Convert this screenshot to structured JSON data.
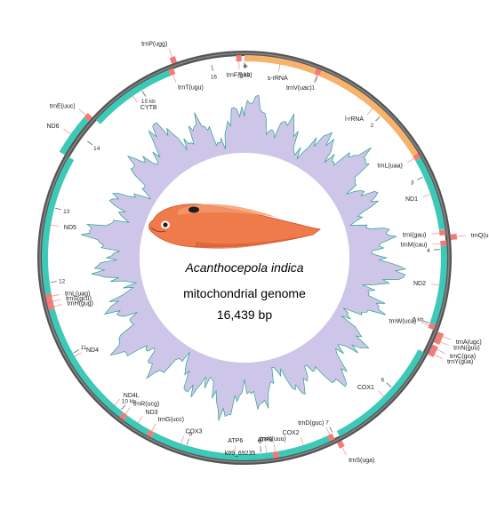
{
  "species": "Acanthocepola indica",
  "subtitle": "mitochondrial genome",
  "length_label": "16,439 bp",
  "genome_length_bp": 16439,
  "annotation": "k99_69235",
  "colors": {
    "cds": "#3cc9b8",
    "rrna": "#f7b26b",
    "trna": "#f07c78",
    "backbone": "#555555",
    "gc_fill": "#cdc6e8",
    "gc_stroke": "#2aa28c",
    "fish": "#ef7a4a"
  },
  "icons": {
    "fish": "fish-illustration"
  },
  "ticks": [
    {
      "pos": 0,
      "label": "0 kb"
    },
    {
      "pos": 1000,
      "label": "1"
    },
    {
      "pos": 2000,
      "label": "2"
    },
    {
      "pos": 3000,
      "label": "3"
    },
    {
      "pos": 4000,
      "label": "4"
    },
    {
      "pos": 5000,
      "label": "5 kb"
    },
    {
      "pos": 6000,
      "label": "6"
    },
    {
      "pos": 7000,
      "label": "7"
    },
    {
      "pos": 8000,
      "label": "8"
    },
    {
      "pos": 9000,
      "label": "9"
    },
    {
      "pos": 10000,
      "label": "10 kb"
    },
    {
      "pos": 11000,
      "label": "11"
    },
    {
      "pos": 12000,
      "label": "12"
    },
    {
      "pos": 13000,
      "label": "13"
    },
    {
      "pos": 14000,
      "label": "14"
    },
    {
      "pos": 15000,
      "label": "15 kb"
    },
    {
      "pos": 16000,
      "label": "16"
    }
  ],
  "features": [
    {
      "name": "trnF(gaa)",
      "type": "trna",
      "start": 16330,
      "end": 16400,
      "strand": "outer"
    },
    {
      "name": "s-rRNA",
      "type": "rrna",
      "start": 0,
      "end": 950,
      "strand": "outer"
    },
    {
      "name": "trnV(uac)",
      "type": "trna",
      "start": 950,
      "end": 1020,
      "strand": "outer"
    },
    {
      "name": "l-rRNA",
      "type": "rrna",
      "start": 1020,
      "end": 2690,
      "strand": "outer"
    },
    {
      "name": "trnL(uaa)",
      "type": "trna",
      "start": 2690,
      "end": 2760,
      "strand": "outer"
    },
    {
      "name": "ND1",
      "type": "cds",
      "start": 2760,
      "end": 3740,
      "strand": "outer"
    },
    {
      "name": "trnI(gau)",
      "type": "trna",
      "start": 3745,
      "end": 3815,
      "strand": "outer"
    },
    {
      "name": "trnQ(uug)",
      "type": "trna",
      "start": 3815,
      "end": 3885,
      "strand": "inner"
    },
    {
      "name": "trnM(cau)",
      "type": "trna",
      "start": 3885,
      "end": 3955,
      "strand": "outer"
    },
    {
      "name": "ND2",
      "type": "cds",
      "start": 3955,
      "end": 4995,
      "strand": "outer"
    },
    {
      "name": "trnW(uca)",
      "type": "trna",
      "start": 4995,
      "end": 5065,
      "strand": "outer"
    },
    {
      "name": "trnA(ugc)",
      "type": "trna",
      "start": 5065,
      "end": 5135,
      "strand": "inner"
    },
    {
      "name": "trnN(guu)",
      "type": "trna",
      "start": 5135,
      "end": 5210,
      "strand": "inner"
    },
    {
      "name": "trnC(gca)",
      "type": "trna",
      "start": 5240,
      "end": 5310,
      "strand": "inner"
    },
    {
      "name": "trnY(gua)",
      "type": "trna",
      "start": 5310,
      "end": 5380,
      "strand": "inner"
    },
    {
      "name": "COX1",
      "type": "cds",
      "start": 5380,
      "end": 6940,
      "strand": "outer"
    },
    {
      "name": "trnS(uga)",
      "type": "trna",
      "start": 6940,
      "end": 7010,
      "strand": "inner"
    },
    {
      "name": "trnD(guc)",
      "type": "trna",
      "start": 7010,
      "end": 7080,
      "strand": "outer"
    },
    {
      "name": "COX2",
      "type": "cds",
      "start": 7080,
      "end": 7770,
      "strand": "outer"
    },
    {
      "name": "trnK(uuu)",
      "type": "trna",
      "start": 7770,
      "end": 7845,
      "strand": "outer"
    },
    {
      "name": "ATP8",
      "type": "cds",
      "start": 7845,
      "end": 8010,
      "strand": "outer"
    },
    {
      "name": "ATP6",
      "type": "cds",
      "start": 8010,
      "end": 8690,
      "strand": "outer"
    },
    {
      "name": "COX3",
      "type": "cds",
      "start": 8690,
      "end": 9470,
      "strand": "outer"
    },
    {
      "name": "trnG(ucc)",
      "type": "trna",
      "start": 9470,
      "end": 9540,
      "strand": "outer"
    },
    {
      "name": "ND3",
      "type": "cds",
      "start": 9540,
      "end": 9890,
      "strand": "outer"
    },
    {
      "name": "trnR(ucg)",
      "type": "trna",
      "start": 9890,
      "end": 9960,
      "strand": "outer"
    },
    {
      "name": "ND4L",
      "type": "cds",
      "start": 9960,
      "end": 10260,
      "strand": "outer"
    },
    {
      "name": "ND4",
      "type": "cds",
      "start": 10260,
      "end": 11640,
      "strand": "outer"
    },
    {
      "name": "trnH(gug)",
      "type": "trna",
      "start": 11640,
      "end": 11710,
      "strand": "outer"
    },
    {
      "name": "trnS(gcu)",
      "type": "trna",
      "start": 11710,
      "end": 11780,
      "strand": "outer"
    },
    {
      "name": "trnL(uag)",
      "type": "trna",
      "start": 11780,
      "end": 11850,
      "strand": "outer"
    },
    {
      "name": "ND5",
      "type": "cds",
      "start": 11850,
      "end": 13690,
      "strand": "outer"
    },
    {
      "name": "ND6",
      "type": "cds",
      "start": 13690,
      "end": 14210,
      "strand": "inner"
    },
    {
      "name": "trnE(uuc)",
      "type": "trna",
      "start": 14210,
      "end": 14280,
      "strand": "inner"
    },
    {
      "name": "CYTB",
      "type": "cds",
      "start": 14285,
      "end": 15430,
      "strand": "outer"
    },
    {
      "name": "trnT(ugu)",
      "type": "trna",
      "start": 15430,
      "end": 15500,
      "strand": "outer"
    },
    {
      "name": "trnP(ugg)",
      "type": "trna",
      "start": 15500,
      "end": 15570,
      "strand": "inner"
    }
  ]
}
